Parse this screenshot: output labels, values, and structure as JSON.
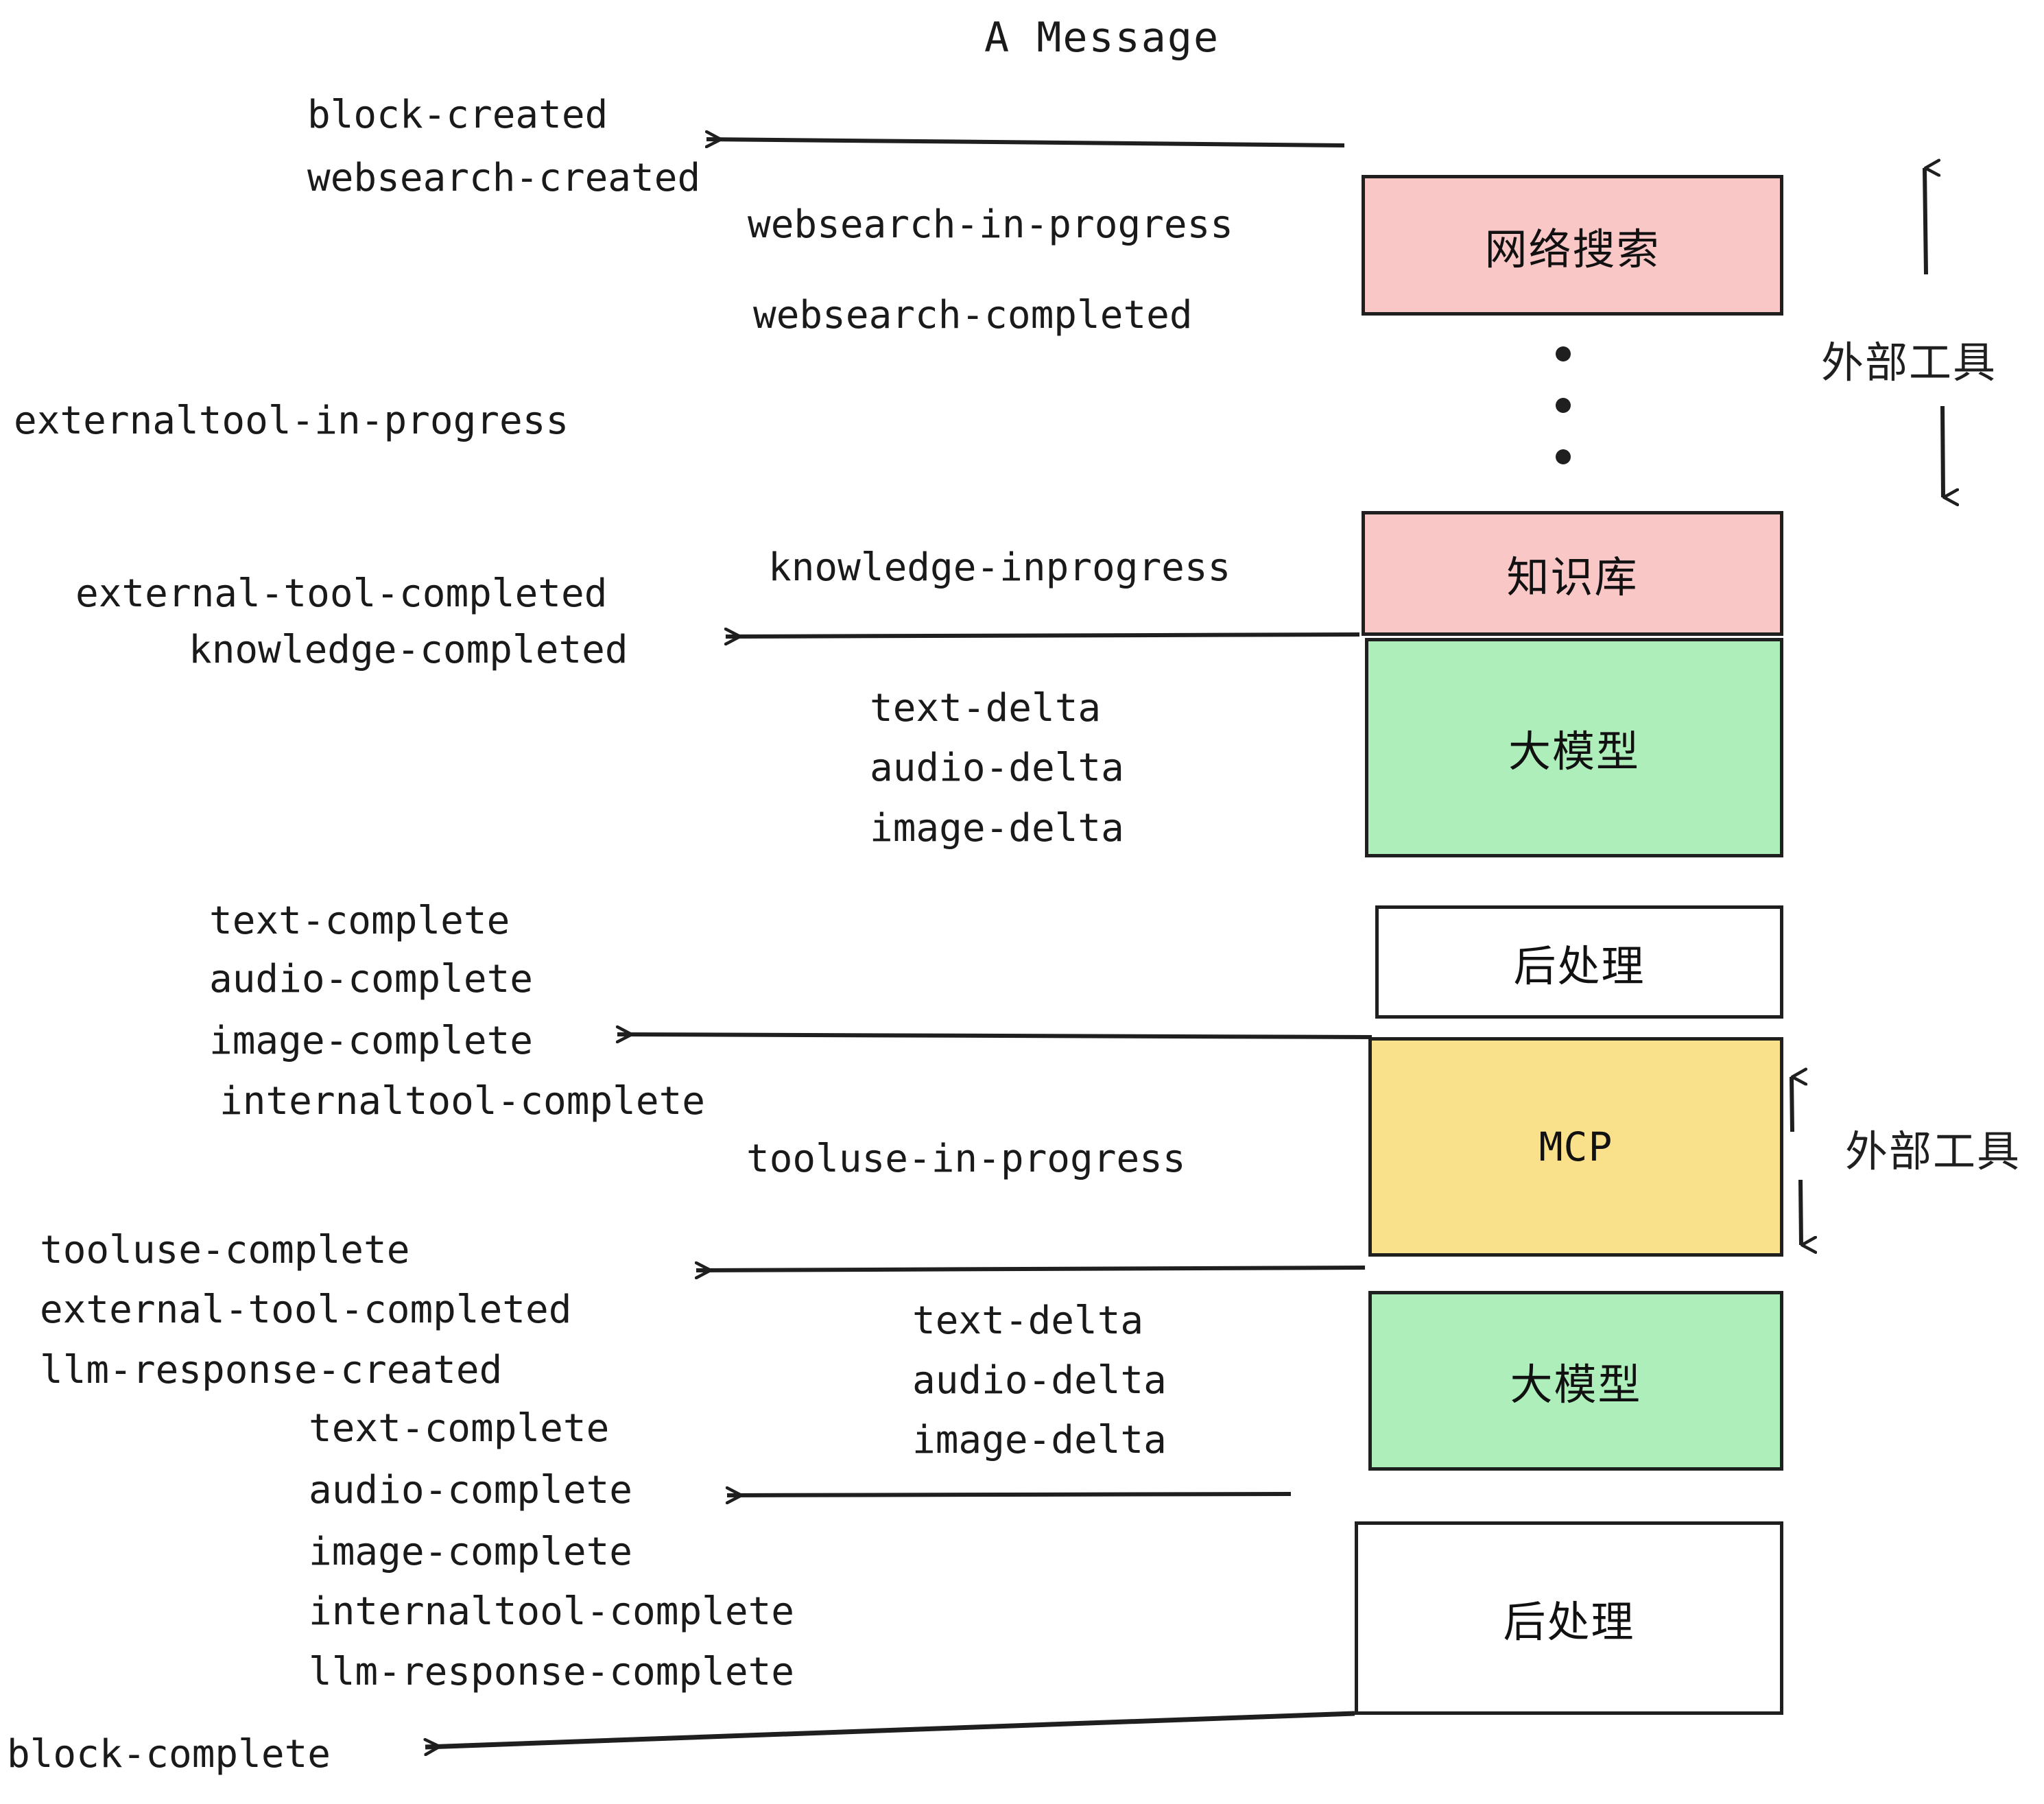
{
  "title": "A Message",
  "events": {
    "block_created": "block-created",
    "websearch_created": "websearch-created",
    "websearch_in_progress": "websearch-in-progress",
    "websearch_completed": "websearch-completed",
    "externaltool_in_progress": "externaltool-in-progress",
    "knowledge_inprogress": "knowledge-inprogress",
    "external_tool_completed_1": "external-tool-completed",
    "knowledge_completed": "knowledge-completed",
    "text_delta_1": "text-delta",
    "audio_delta_1": "audio-delta",
    "image_delta_1": "image-delta",
    "text_complete_1": "text-complete",
    "audio_complete_1": "audio-complete",
    "image_complete_1": "image-complete",
    "internaltool_complete_1": "internaltool-complete",
    "tooluse_in_progress": "tooluse-in-progress",
    "tooluse_complete": "tooluse-complete",
    "external_tool_completed_2": "external-tool-completed",
    "llm_response_created": "llm-response-created",
    "text_delta_2": "text-delta",
    "audio_delta_2": "audio-delta",
    "image_delta_2": "image-delta",
    "text_complete_2": "text-complete",
    "audio_complete_2": "audio-complete",
    "image_complete_2": "image-complete",
    "internaltool_complete_2": "internaltool-complete",
    "llm_response_complete": "llm-response-complete",
    "block_complete": "block-complete"
  },
  "nodes": {
    "websearch": "网络搜索",
    "knowledge": "知识库",
    "llm_1": "大模型",
    "postprocess_1": "后处理",
    "mcp": "MCP",
    "llm_2": "大模型",
    "postprocess_2": "后处理"
  },
  "annotations": {
    "external_tools_top": "外部工具",
    "external_tools_bottom": "外部工具"
  },
  "colors": {
    "pink": "#fac7c7",
    "green": "#aeeeba",
    "yellow": "#f9e08a",
    "white": "#ffffff",
    "stroke": "#1f1f1f",
    "text": "#1a1a1a"
  }
}
